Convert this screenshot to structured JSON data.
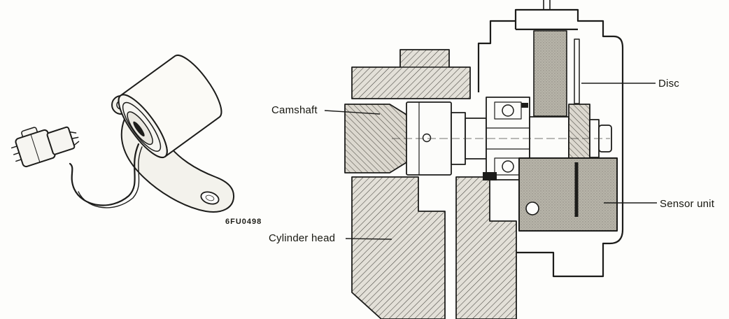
{
  "figure": {
    "code": "6FU0498",
    "labels": {
      "camshaft": "Camshaft",
      "disc": "Disc",
      "sensor_unit": "Sensor unit",
      "cylinder_head": "Cylinder head"
    }
  }
}
